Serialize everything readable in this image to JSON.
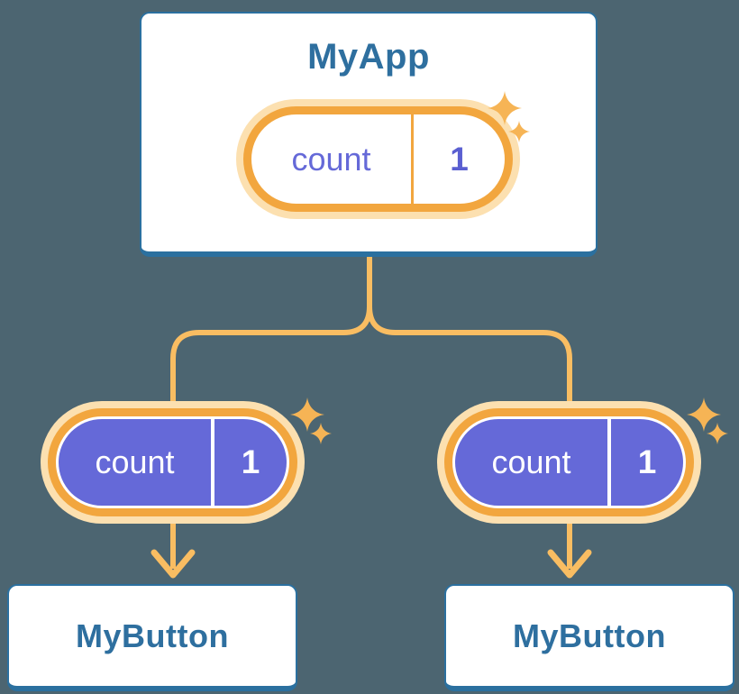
{
  "colors": {
    "background": "#4c6571",
    "card_fill": "#ffffff",
    "card_border": "#2b709f",
    "heading_text": "#2e6f9f",
    "pill_ring": "#f2a63e",
    "pill_halo": "#fce0b0",
    "connector_line": "#f9bd62",
    "sparkle": "#f6b455",
    "prop_pill_fill": "#6569d8",
    "state_text": "#6569d8",
    "state_value_text": "#5a5fd1"
  },
  "root": {
    "title": "MyApp",
    "state": {
      "name": "count",
      "value": "1"
    }
  },
  "children": [
    {
      "title": "MyButton",
      "prop": {
        "name": "count",
        "value": "1"
      }
    },
    {
      "title": "MyButton",
      "prop": {
        "name": "count",
        "value": "1"
      }
    }
  ]
}
